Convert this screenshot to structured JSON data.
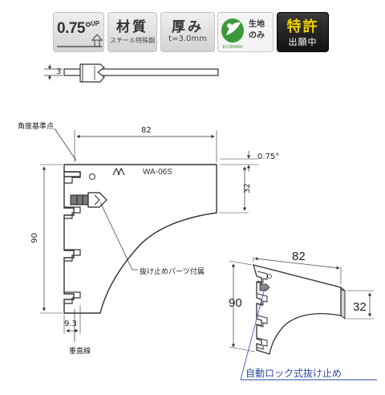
{
  "badges": {
    "angle": {
      "value": "0.75°",
      "up": "UP"
    },
    "material": {
      "title": "材質",
      "sub": "スチール特殊鋼"
    },
    "thickness": {
      "title": "厚み",
      "sub": "t=3.0mm"
    },
    "eco": {
      "line1": "生地",
      "line2": "のみ",
      "logo_text": "ECOMARK"
    },
    "patent": {
      "title": "特許",
      "sub": "出願中"
    }
  },
  "side_view": {
    "thickness_dim": "3"
  },
  "front_view": {
    "width_dim": "82",
    "height_dim": "90",
    "right_height_dim": "32",
    "angle_dim": "0.75°",
    "bottom_offset_dim": "9.3",
    "model_label": "WA-06S",
    "angle_ref_label": "角度基準点",
    "lock_part_label": "抜け止めパーツ付属",
    "vertical_line_label": "垂直線"
  },
  "iso_view": {
    "width_dim": "82",
    "height_dim": "90",
    "right_height_dim": "32",
    "caption": "自動ロック式抜け止め"
  },
  "colors": {
    "caption_blue": "#2b4aa8",
    "patent_yellow": "#f0d000",
    "eco_green": "#3a9a3a"
  }
}
